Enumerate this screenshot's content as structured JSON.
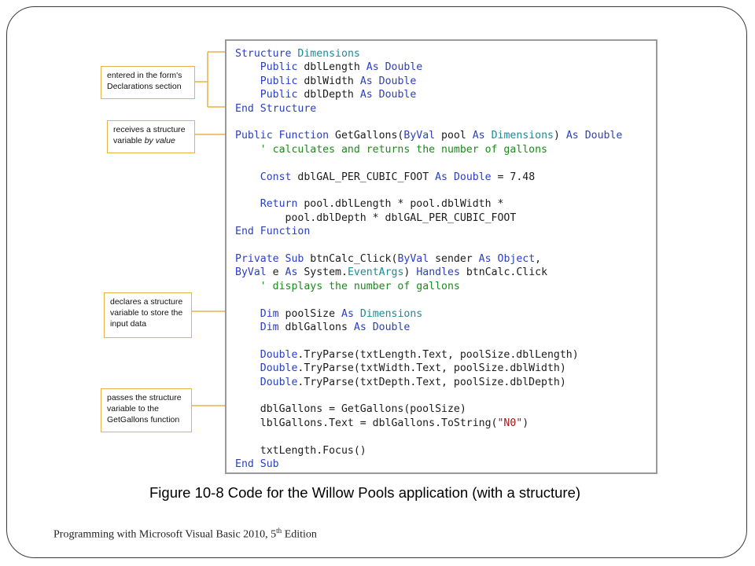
{
  "code": {
    "lines": [
      [
        {
          "t": "Structure",
          "c": "kw"
        },
        {
          "t": " "
        },
        {
          "t": "Dimensions",
          "c": "ty"
        }
      ],
      [
        {
          "t": "    "
        },
        {
          "t": "Public",
          "c": "kw"
        },
        {
          "t": " dblLength "
        },
        {
          "t": "As",
          "c": "kw"
        },
        {
          "t": " "
        },
        {
          "t": "Double",
          "c": "kw"
        }
      ],
      [
        {
          "t": "    "
        },
        {
          "t": "Public",
          "c": "kw"
        },
        {
          "t": " dblWidth "
        },
        {
          "t": "As",
          "c": "kw"
        },
        {
          "t": " "
        },
        {
          "t": "Double",
          "c": "kw"
        }
      ],
      [
        {
          "t": "    "
        },
        {
          "t": "Public",
          "c": "kw"
        },
        {
          "t": " dblDepth "
        },
        {
          "t": "As",
          "c": "kw"
        },
        {
          "t": " "
        },
        {
          "t": "Double",
          "c": "kw"
        }
      ],
      [
        {
          "t": "End Structure",
          "c": "kw"
        }
      ],
      [],
      [
        {
          "t": "Public Function",
          "c": "kw"
        },
        {
          "t": " GetGallons("
        },
        {
          "t": "ByVal",
          "c": "kw"
        },
        {
          "t": " pool "
        },
        {
          "t": "As",
          "c": "kw"
        },
        {
          "t": " "
        },
        {
          "t": "Dimensions",
          "c": "ty"
        },
        {
          "t": ") "
        },
        {
          "t": "As",
          "c": "kw"
        },
        {
          "t": " "
        },
        {
          "t": "Double",
          "c": "kw"
        }
      ],
      [
        {
          "t": "    "
        },
        {
          "t": "' calculates and returns the number of gallons",
          "c": "cm"
        }
      ],
      [],
      [
        {
          "t": "    "
        },
        {
          "t": "Const",
          "c": "kw"
        },
        {
          "t": " dblGAL_PER_CUBIC_FOOT "
        },
        {
          "t": "As",
          "c": "kw"
        },
        {
          "t": " "
        },
        {
          "t": "Double",
          "c": "kw"
        },
        {
          "t": " = 7.48"
        }
      ],
      [],
      [
        {
          "t": "    "
        },
        {
          "t": "Return",
          "c": "kw"
        },
        {
          "t": " pool.dblLength * pool.dblWidth *"
        }
      ],
      [
        {
          "t": "        pool.dblDepth * dblGAL_PER_CUBIC_FOOT"
        }
      ],
      [
        {
          "t": "End Function",
          "c": "kw"
        }
      ],
      [],
      [
        {
          "t": "Private Sub",
          "c": "kw"
        },
        {
          "t": " btnCalc_Click("
        },
        {
          "t": "ByVal",
          "c": "kw"
        },
        {
          "t": " sender "
        },
        {
          "t": "As",
          "c": "kw"
        },
        {
          "t": " "
        },
        {
          "t": "Object",
          "c": "kw"
        },
        {
          "t": ","
        }
      ],
      [
        {
          "t": "ByVal",
          "c": "kw"
        },
        {
          "t": " e "
        },
        {
          "t": "As",
          "c": "kw"
        },
        {
          "t": " System."
        },
        {
          "t": "EventArgs",
          "c": "ty"
        },
        {
          "t": ") "
        },
        {
          "t": "Handles",
          "c": "kw"
        },
        {
          "t": " btnCalc.Click"
        }
      ],
      [
        {
          "t": "    "
        },
        {
          "t": "' displays the number of gallons",
          "c": "cm"
        }
      ],
      [],
      [
        {
          "t": "    "
        },
        {
          "t": "Dim",
          "c": "kw"
        },
        {
          "t": " poolSize "
        },
        {
          "t": "As",
          "c": "kw"
        },
        {
          "t": " "
        },
        {
          "t": "Dimensions",
          "c": "ty"
        }
      ],
      [
        {
          "t": "    "
        },
        {
          "t": "Dim",
          "c": "kw"
        },
        {
          "t": " dblGallons "
        },
        {
          "t": "As",
          "c": "kw"
        },
        {
          "t": " "
        },
        {
          "t": "Double",
          "c": "kw"
        }
      ],
      [],
      [
        {
          "t": "    "
        },
        {
          "t": "Double",
          "c": "kw"
        },
        {
          "t": ".TryParse(txtLength.Text, poolSize.dblLength)"
        }
      ],
      [
        {
          "t": "    "
        },
        {
          "t": "Double",
          "c": "kw"
        },
        {
          "t": ".TryParse(txtWidth.Text, poolSize.dblWidth)"
        }
      ],
      [
        {
          "t": "    "
        },
        {
          "t": "Double",
          "c": "kw"
        },
        {
          "t": ".TryParse(txtDepth.Text, poolSize.dblDepth)"
        }
      ],
      [],
      [
        {
          "t": "    dblGallons = GetGallons(poolSize)"
        }
      ],
      [
        {
          "t": "    lblGallons.Text = dblGallons.ToString("
        },
        {
          "t": "\"N0\"",
          "c": "st"
        },
        {
          "t": ")"
        }
      ],
      [],
      [
        {
          "t": "    txtLength.Focus()"
        }
      ],
      [
        {
          "t": "End Sub",
          "c": "kw"
        }
      ]
    ]
  },
  "callouts": {
    "declarations": {
      "line1": "entered in the form's",
      "line2": "Declarations section"
    },
    "by_value": {
      "line1": "receives a structure",
      "line2_pre": "variable ",
      "line2_em": "by value"
    },
    "declares": {
      "line1": "declares a structure",
      "line2": "variable to store the",
      "line3": "input data"
    },
    "passes": {
      "line1": "passes the structure",
      "line2": "variable to the",
      "line3": "GetGallons function"
    }
  },
  "caption": "Figure 10-8 Code for the Willow Pools application (with a structure)",
  "footer": {
    "text": "Programming with Microsoft Visual Basic 2010, 5",
    "sup": "th",
    "tail": " Edition"
  },
  "colors": {
    "keyword": "#2b3fbd",
    "type": "#1e8a97",
    "comment": "#1c8a1c",
    "string": "#a31515",
    "callout_border": "#e8b24a"
  }
}
